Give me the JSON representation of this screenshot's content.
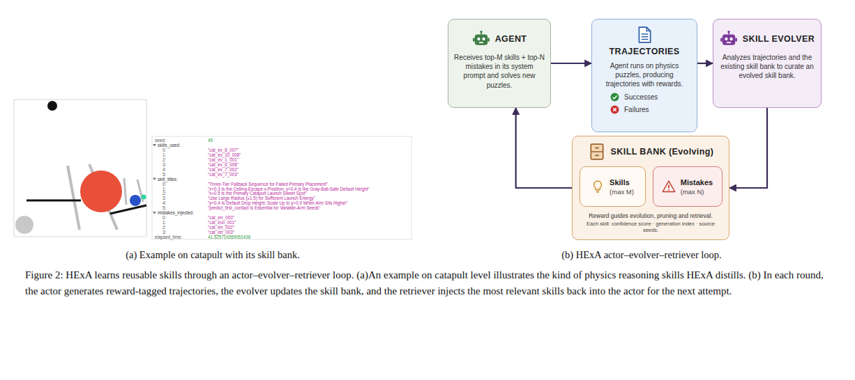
{
  "diagram": {
    "caption": "Figure 2: HExA learns reusable skills through an actor–evolver–retriever loop. (a)An example on catapult level illustrates the kind of physics reasoning skills HExA distills. (b) In each round, the actor generates reward-tagged trajectories, the evolver updates the skill bank, and the retriever injects the most relevant skills back into the actor for the next attempt.",
    "nodes": [
      {
        "text": [
          "AGENT",
          "Receives top-M skills + top-N mistakes in its system prompt and solves new puzzles."
        ]
      },
      {
        "text": [
          "TRAJECTORIES",
          "Agent runs on physics puzzles, producing trajectories with rewards.",
          "Successes",
          "Failures"
        ]
      },
      {
        "text": [
          "SKILL EVOLVER",
          "Analyzes trajectories and the existing skill bank to curate an evolved skill bank."
        ]
      },
      {
        "text": [
          "SKILL BANK (Evolving)",
          "Reward guides evolution, pruning and retrieval.",
          "Each skill: confidence score · generation index · source seeds."
        ]
      },
      {
        "text": [
          "Skills",
          "(max M)"
        ],
        "in": 3
      },
      {
        "text": [
          "Mistakes",
          "(max N)"
        ],
        "in": 3
      }
    ],
    "edges": [
      {
        "from": 0,
        "to": 1,
        "arrow": "to"
      },
      {
        "from": 1,
        "to": 2,
        "arrow": "to"
      },
      {
        "from": 2,
        "to": 3,
        "arrow": "to"
      },
      {
        "from": 3,
        "to": 0,
        "arrow": "to"
      }
    ],
    "labels": [
      "(a) Example on catapult with its skill bank.",
      "(b) HExA actor–evolver–retriever loop.",
      "seed:",
      "45",
      "skills_used:",
      "0:",
      "\"cat_ev_8_007\"",
      "1:",
      "\"cat_ev_10_008\"",
      "2:",
      "\"cat_ev_1_001\"",
      "3:",
      "\"cat_ev_6_008\"",
      "4:",
      "\"cat_ev_7_002\"",
      "5:",
      "\"cat_ev_7_003\"",
      "skill_titles:",
      "0:",
      "\"Three-Tier Fallback Sequence for Failed Primary Placement\"",
      "1:",
      "\"x=0.3 Is the Ceiling-Escape x-Position; y=0.4 Is the Gray-Ball-Safe Default Height\"",
      "2:",
      "\"x≈0.5 Is the Primary Catapult Launch Sweet Spot\"",
      "3:",
      "\"Use Large Radius (≥1.5) for Sufficient Launch Energy\"",
      "4:",
      "\"y=0.4 Is Default Drop Height; Scale Up to y=0.9 When Arm Sits Higher\"",
      "5:",
      "\"predict_first_contact Is Essential for Variable-Arm Seeds\"",
      "mistakes_injected:",
      "0:",
      "\"cat_err_000\"",
      "1:",
      "\"cat_evo_001\"",
      "2:",
      "\"cat_err_002\"",
      "3:",
      "\"cat_err_003\"",
      "elapsed_time:",
      "41.525719359051436"
    ]
  }
}
